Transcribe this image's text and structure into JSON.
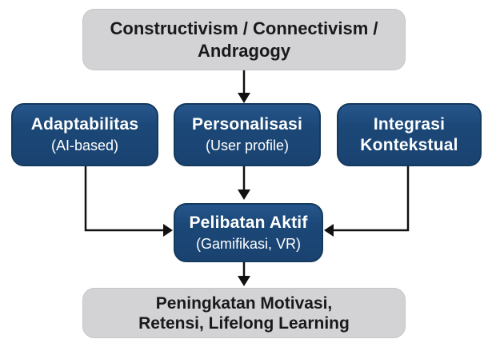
{
  "diagram": {
    "title": "Learning framework flowchart",
    "type": "flowchart",
    "nodes": {
      "theory": {
        "line1": "Constructivism / Connectivism /",
        "line2": "Andragogy"
      },
      "adaptability": {
        "title": "Adaptabilitas",
        "subtitle": "(AI-based)"
      },
      "personalization": {
        "title": "Personalisasi",
        "subtitle": "(User profile)"
      },
      "integration": {
        "line1": "Integrasi",
        "line2": "Kontekstual"
      },
      "engagement": {
        "title": "Pelibatan Aktif",
        "subtitle": "(Gamifikasi, VR)"
      },
      "outcome": {
        "line1": "Peningkatan Motivasi,",
        "line2": "Retensi, Lifelong Learning"
      }
    },
    "edges": [
      {
        "from": "theory",
        "to": "personalization",
        "style": "straight-down"
      },
      {
        "from": "adaptability",
        "to": "engagement",
        "style": "elbow-right"
      },
      {
        "from": "personalization",
        "to": "engagement",
        "style": "straight-down"
      },
      {
        "from": "integration",
        "to": "engagement",
        "style": "elbow-left"
      },
      {
        "from": "engagement",
        "to": "outcome",
        "style": "straight-down"
      }
    ],
    "colors": {
      "background": "#ffffff",
      "dark_node_fill": "#1b4878",
      "dark_node_border": "#133a5f",
      "dark_node_text": "#ffffff",
      "gray_node_fill": "#d3d3d5",
      "gray_node_text": "#19191b",
      "arrow": "#111111"
    }
  }
}
